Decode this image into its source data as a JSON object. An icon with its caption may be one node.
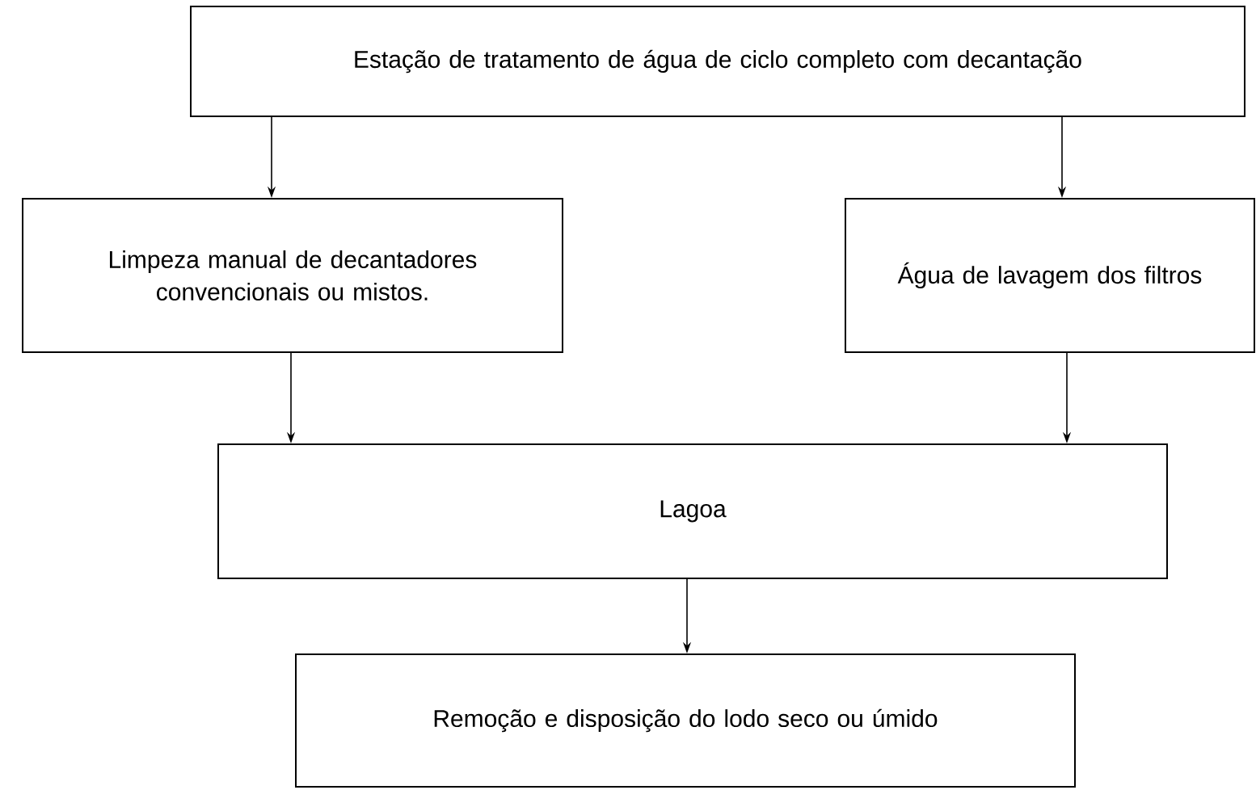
{
  "diagram": {
    "nodes": [
      {
        "text": [
          "Estação de tratamento de água de ciclo completo com decantação"
        ]
      },
      {
        "text": [
          "Limpeza manual de decantadores convencionais ou mistos."
        ]
      },
      {
        "text": [
          "Água de lavagem dos filtros"
        ]
      },
      {
        "text": [
          "Lagoa"
        ]
      },
      {
        "text": [
          "Remoção e disposição do lodo seco ou úmido"
        ]
      }
    ],
    "edges": [
      {
        "from": 0,
        "to": 1,
        "arrow": "to"
      },
      {
        "from": 0,
        "to": 2,
        "arrow": "to"
      },
      {
        "from": 1,
        "to": 3,
        "arrow": "to"
      },
      {
        "from": 2,
        "to": 3,
        "arrow": "to"
      },
      {
        "from": 3,
        "to": 4,
        "arrow": "to"
      }
    ]
  }
}
